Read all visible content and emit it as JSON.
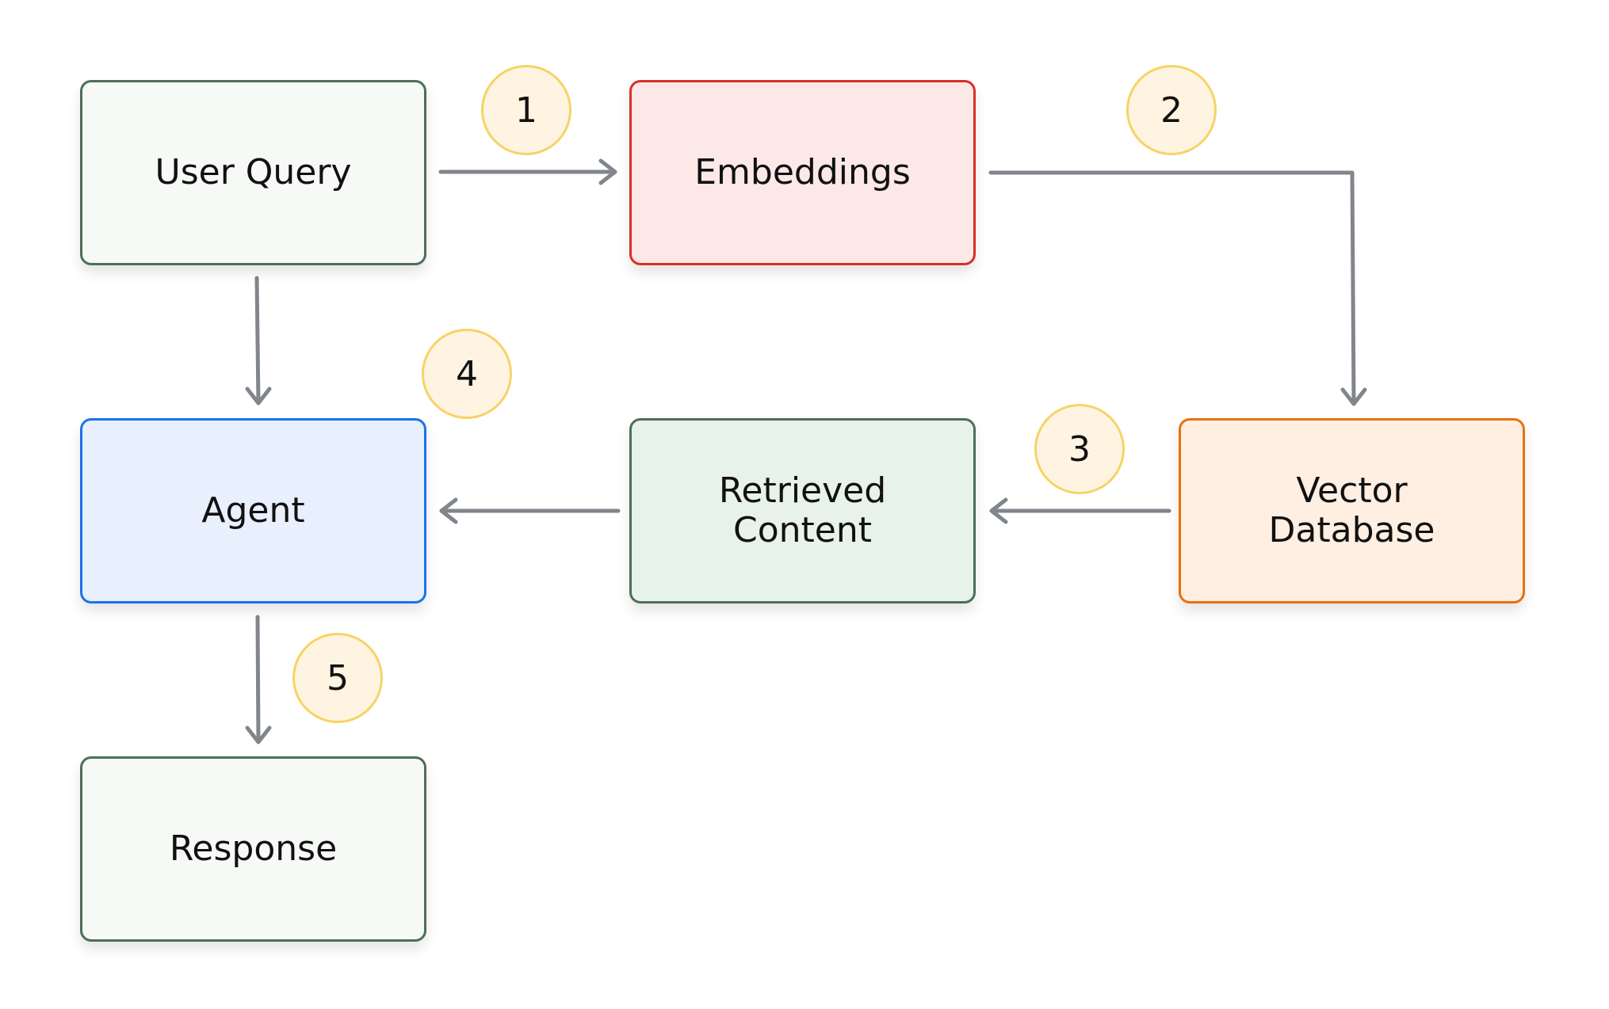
{
  "colors": {
    "arrow": "#80868b",
    "badge_fill": "#fef4e1",
    "badge_border": "#f7d366",
    "neutral_fill": "#f6f9f6",
    "neutral_border": "#4e6e58",
    "embeddings_fill": "#fde8e8",
    "embeddings_border": "#d93025",
    "agent_fill": "#e8effd",
    "agent_border": "#1a73e8",
    "retrieved_fill": "#e7f3ea",
    "retrieved_border": "#4e6e58",
    "vector_fill": "#feefe2",
    "vector_border": "#e8710a"
  },
  "nodes": {
    "user_query": "User Query",
    "embeddings": "Embeddings",
    "agent": "Agent",
    "retrieved_content": "Retrieved\nContent",
    "vector_database": "Vector\nDatabase",
    "response": "Response"
  },
  "steps": {
    "s1": "1",
    "s2": "2",
    "s3": "3",
    "s4": "4",
    "s5": "5"
  }
}
